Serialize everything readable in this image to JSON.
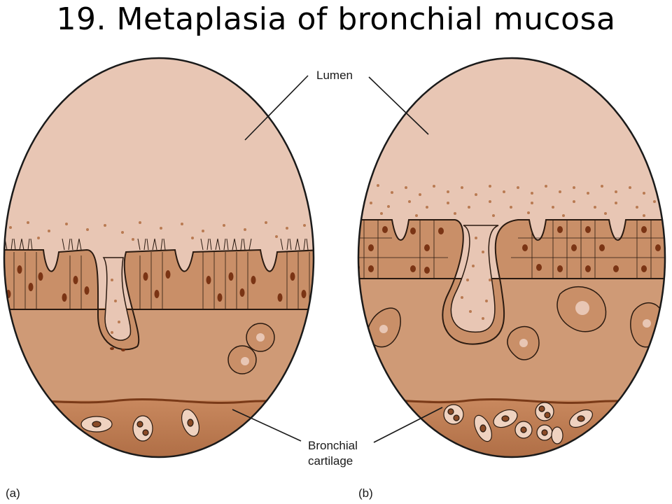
{
  "title": "19. Metaplasia of bronchial mucosa",
  "labels": {
    "lumen": "Lumen",
    "cartilage_line1": "Bronchial",
    "cartilage_line2": "cartilage",
    "panel_a": "(a)",
    "panel_b": "(b)"
  },
  "colors": {
    "lumen": "#e8c6b4",
    "mucus_dots": "#b97a52",
    "epithelium": "#c98f68",
    "nuclei": "#7a3414",
    "lamina_propria": "#cf9a76",
    "cartilage_zone": "#be7f57",
    "outline": "#2a1a10"
  }
}
